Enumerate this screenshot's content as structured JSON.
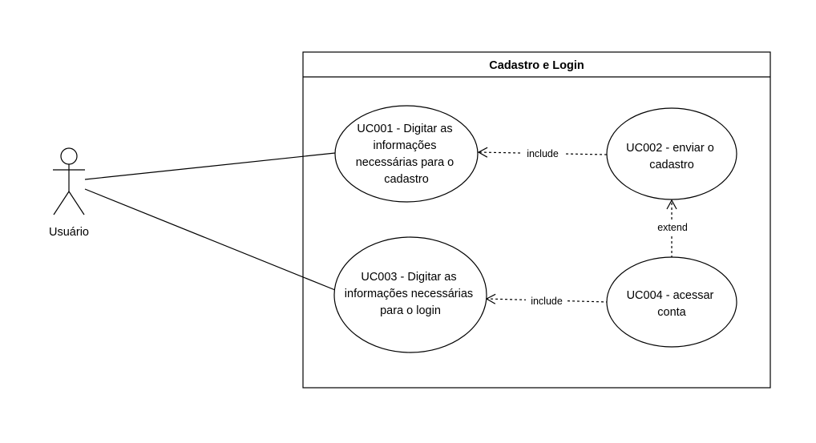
{
  "system": {
    "title": "Cadastro e Login"
  },
  "actor": {
    "name": "Usuário"
  },
  "use_cases": {
    "uc001": {
      "lines": [
        "UC001 - Digitar as",
        "informações",
        "necessárias para o",
        "cadastro"
      ]
    },
    "uc002": {
      "lines": [
        "UC002 - enviar o",
        "cadastro"
      ]
    },
    "uc003": {
      "lines": [
        "UC003 - Digitar as",
        "informações necessárias",
        "para o login"
      ]
    },
    "uc004": {
      "lines": [
        "UC004 - acessar",
        "conta"
      ]
    }
  },
  "relations": {
    "include_top": "include",
    "include_bottom": "include",
    "extend": "extend"
  },
  "colors": {
    "stroke": "#000000",
    "background": "#ffffff"
  }
}
